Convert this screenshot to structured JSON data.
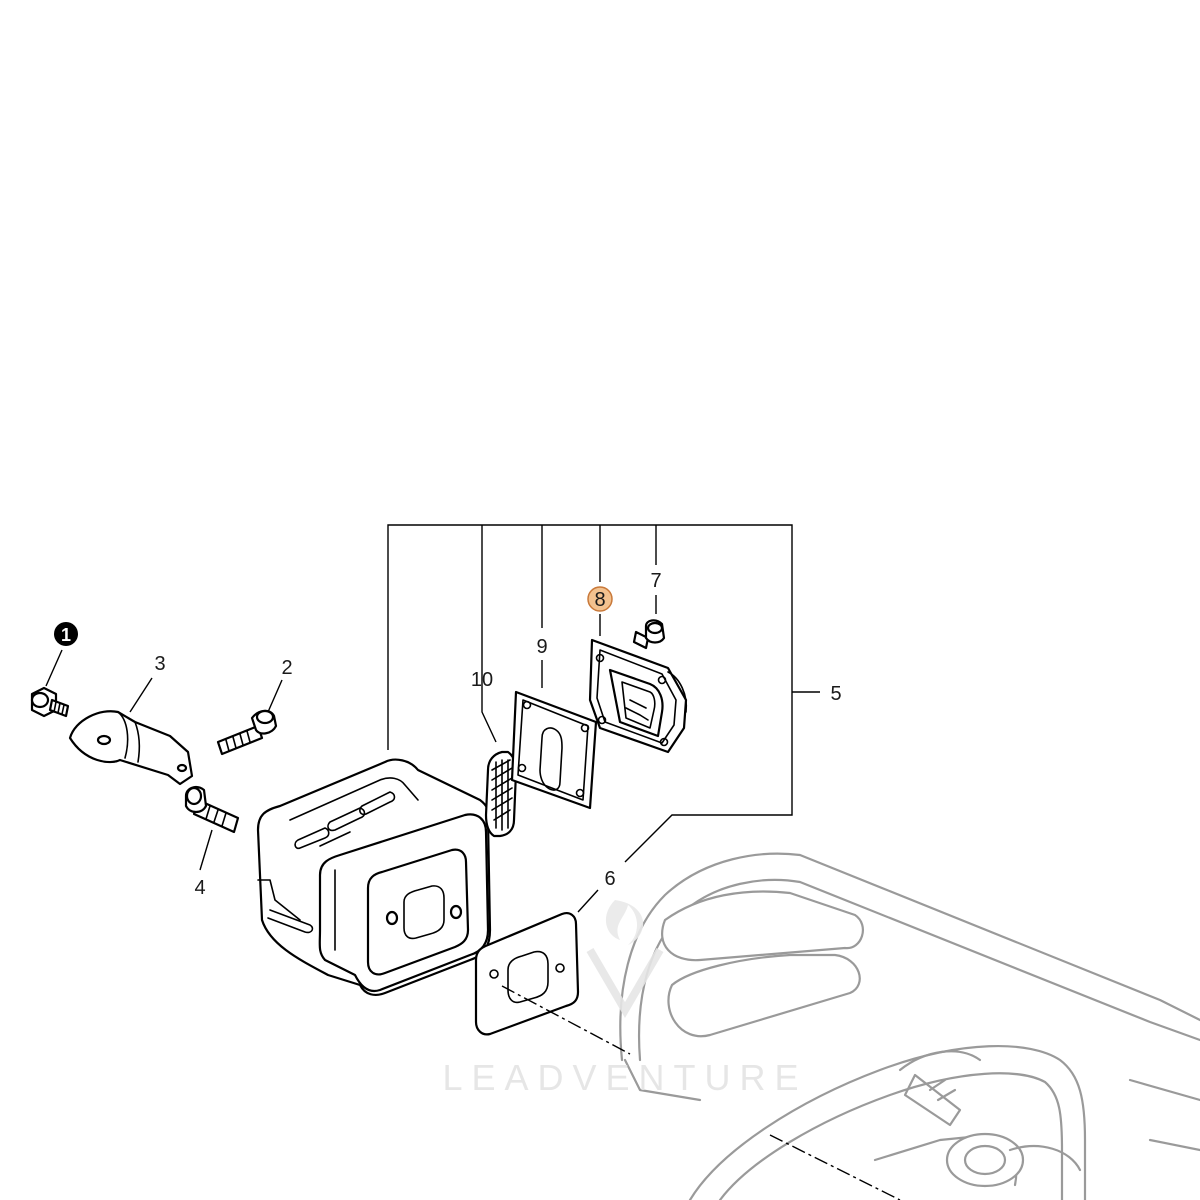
{
  "diagram": {
    "watermark": "LEADVENTURE",
    "callouts": [
      {
        "id": "1",
        "label": "1",
        "style": "filled"
      },
      {
        "id": "2",
        "label": "2",
        "style": "plain"
      },
      {
        "id": "3",
        "label": "3",
        "style": "plain"
      },
      {
        "id": "4",
        "label": "4",
        "style": "plain"
      },
      {
        "id": "5",
        "label": "5",
        "style": "plain"
      },
      {
        "id": "6",
        "label": "6",
        "style": "plain"
      },
      {
        "id": "7",
        "label": "7",
        "style": "plain"
      },
      {
        "id": "8",
        "label": "8",
        "style": "highlighted"
      },
      {
        "id": "9",
        "label": "9",
        "style": "plain"
      },
      {
        "id": "10",
        "label": "10",
        "style": "plain"
      }
    ],
    "colors": {
      "line": "#000000",
      "ghost": "#9a9a9a",
      "highlight_fill": "#f3c28f",
      "highlight_stroke": "#c9793a",
      "watermark": "#e4e4e4"
    }
  }
}
